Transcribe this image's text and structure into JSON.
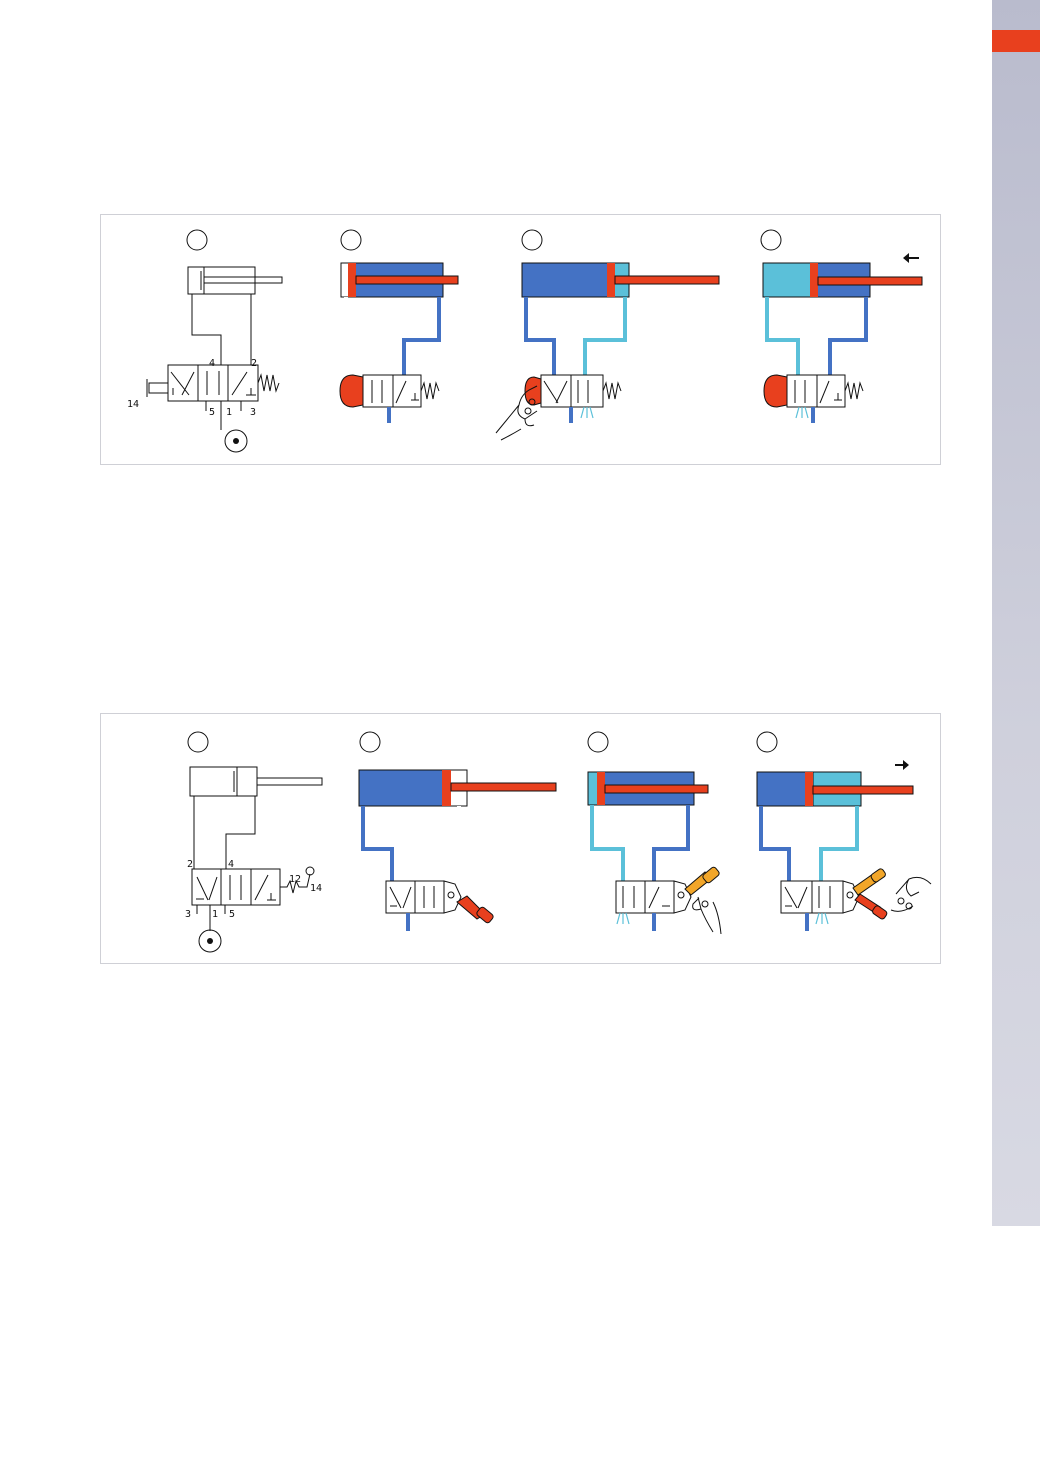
{
  "colors": {
    "pressure": "#4472c4",
    "exhaust": "#5bc0d9",
    "piston": "#e8401e",
    "lever_active": "#e8401e",
    "lever_idle": "#f2a629",
    "side_tab": "#c6c8d6",
    "side_marker": "#e8401e"
  },
  "diagrams": {
    "top": {
      "ports": {
        "p4": "4",
        "p2": "2",
        "p5": "5",
        "p1": "1",
        "p3": "3",
        "pilot": "14"
      }
    },
    "bottom": {
      "ports": {
        "p2": "2",
        "p4": "4",
        "p3": "3",
        "p1": "1",
        "p5": "5",
        "pilot12": "12",
        "pilot14": "14"
      }
    }
  }
}
